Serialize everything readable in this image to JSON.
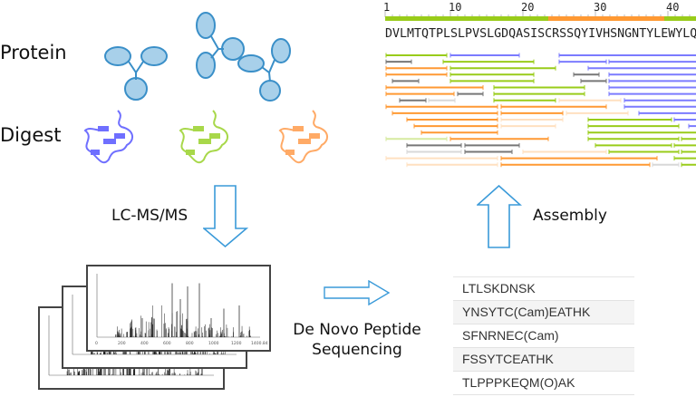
{
  "labels": {
    "protein": "Protein",
    "digest": "Digest",
    "lcms": "LC-MS/MS",
    "denovo_line1": "De Novo Peptide",
    "denovo_line2": "Sequencing",
    "assembly": "Assembly"
  },
  "coverage": {
    "ruler_ticks": [
      "1",
      "10",
      "20",
      "30",
      "40"
    ],
    "sequence": "DVLMTQTPLSLPVSLGDQASISCRSSQYIVHSNGNTYLEWYLQ"
  },
  "peptides": [
    "LTLSKDNSK",
    "YNSYTC(Cam)EATHK",
    "SFNRNEC(Cam)",
    "FSSYTCEATHK",
    "TLPPPKEQM(O)AK"
  ],
  "spectrum_axis_ticks": [
    "0",
    "200",
    "400",
    "600",
    "800",
    "1000",
    "1200",
    "1400.84"
  ],
  "colors": {
    "arrow": "#3a9ad9",
    "protein": "#3a8fc8",
    "digest_blue": "#6f6fff",
    "digest_green": "#a8d84a",
    "digest_orange": "#ffaa66",
    "cov_green": "#99cc1a",
    "cov_orange": "#ff9933",
    "cov_blue": "#7b7bff",
    "cov_gray": "#777777"
  }
}
